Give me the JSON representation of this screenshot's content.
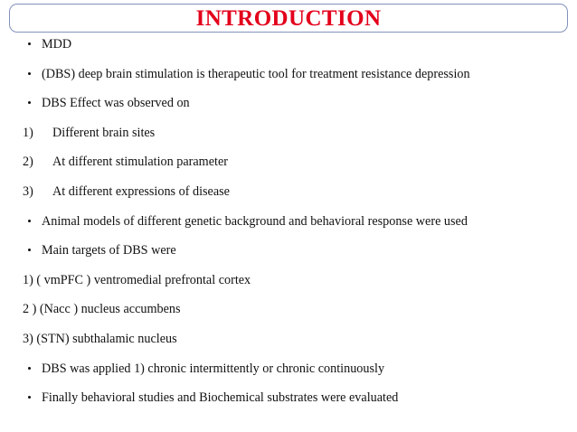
{
  "slide": {
    "title": "INTRODUCTION",
    "title_color": "#e3001b",
    "title_border_color": "#8392bd",
    "background_color": "#ffffff",
    "text_color": "#111111",
    "lines": [
      {
        "kind": "bullet",
        "marker": "•",
        "text": "MDD"
      },
      {
        "kind": "bullet",
        "marker": "•",
        "text": "(DBS) deep brain stimulation is therapeutic tool for treatment resistance depression"
      },
      {
        "kind": "bullet",
        "marker": "•",
        "text": "DBS Effect was observed on"
      },
      {
        "kind": "numbered",
        "marker": "1)",
        "text": "Different brain sites"
      },
      {
        "kind": "numbered",
        "marker": "2)",
        "text": "At different stimulation parameter"
      },
      {
        "kind": "numbered",
        "marker": "3)",
        "text": "At different expressions of disease"
      },
      {
        "kind": "bullet",
        "marker": "•",
        "text": "Animal models of different genetic background and behavioral response were used"
      },
      {
        "kind": "bullet",
        "marker": "•",
        "text": "Main targets of DBS were"
      },
      {
        "kind": "plain",
        "marker": "",
        "text": "1) ( vmPFC ) ventromedial prefrontal cortex"
      },
      {
        "kind": "plain",
        "marker": "",
        "text": "2 ) (Nacc ) nucleus accumbens"
      },
      {
        "kind": "plain",
        "marker": "",
        "text": "3) (STN) subthalamic nucleus"
      },
      {
        "kind": "bullet",
        "marker": "•",
        "text": "DBS was applied 1) chronic intermittently or chronic continuously"
      },
      {
        "kind": "bullet",
        "marker": "•",
        "text": "Finally behavioral studies and Biochemical substrates were evaluated"
      }
    ]
  }
}
